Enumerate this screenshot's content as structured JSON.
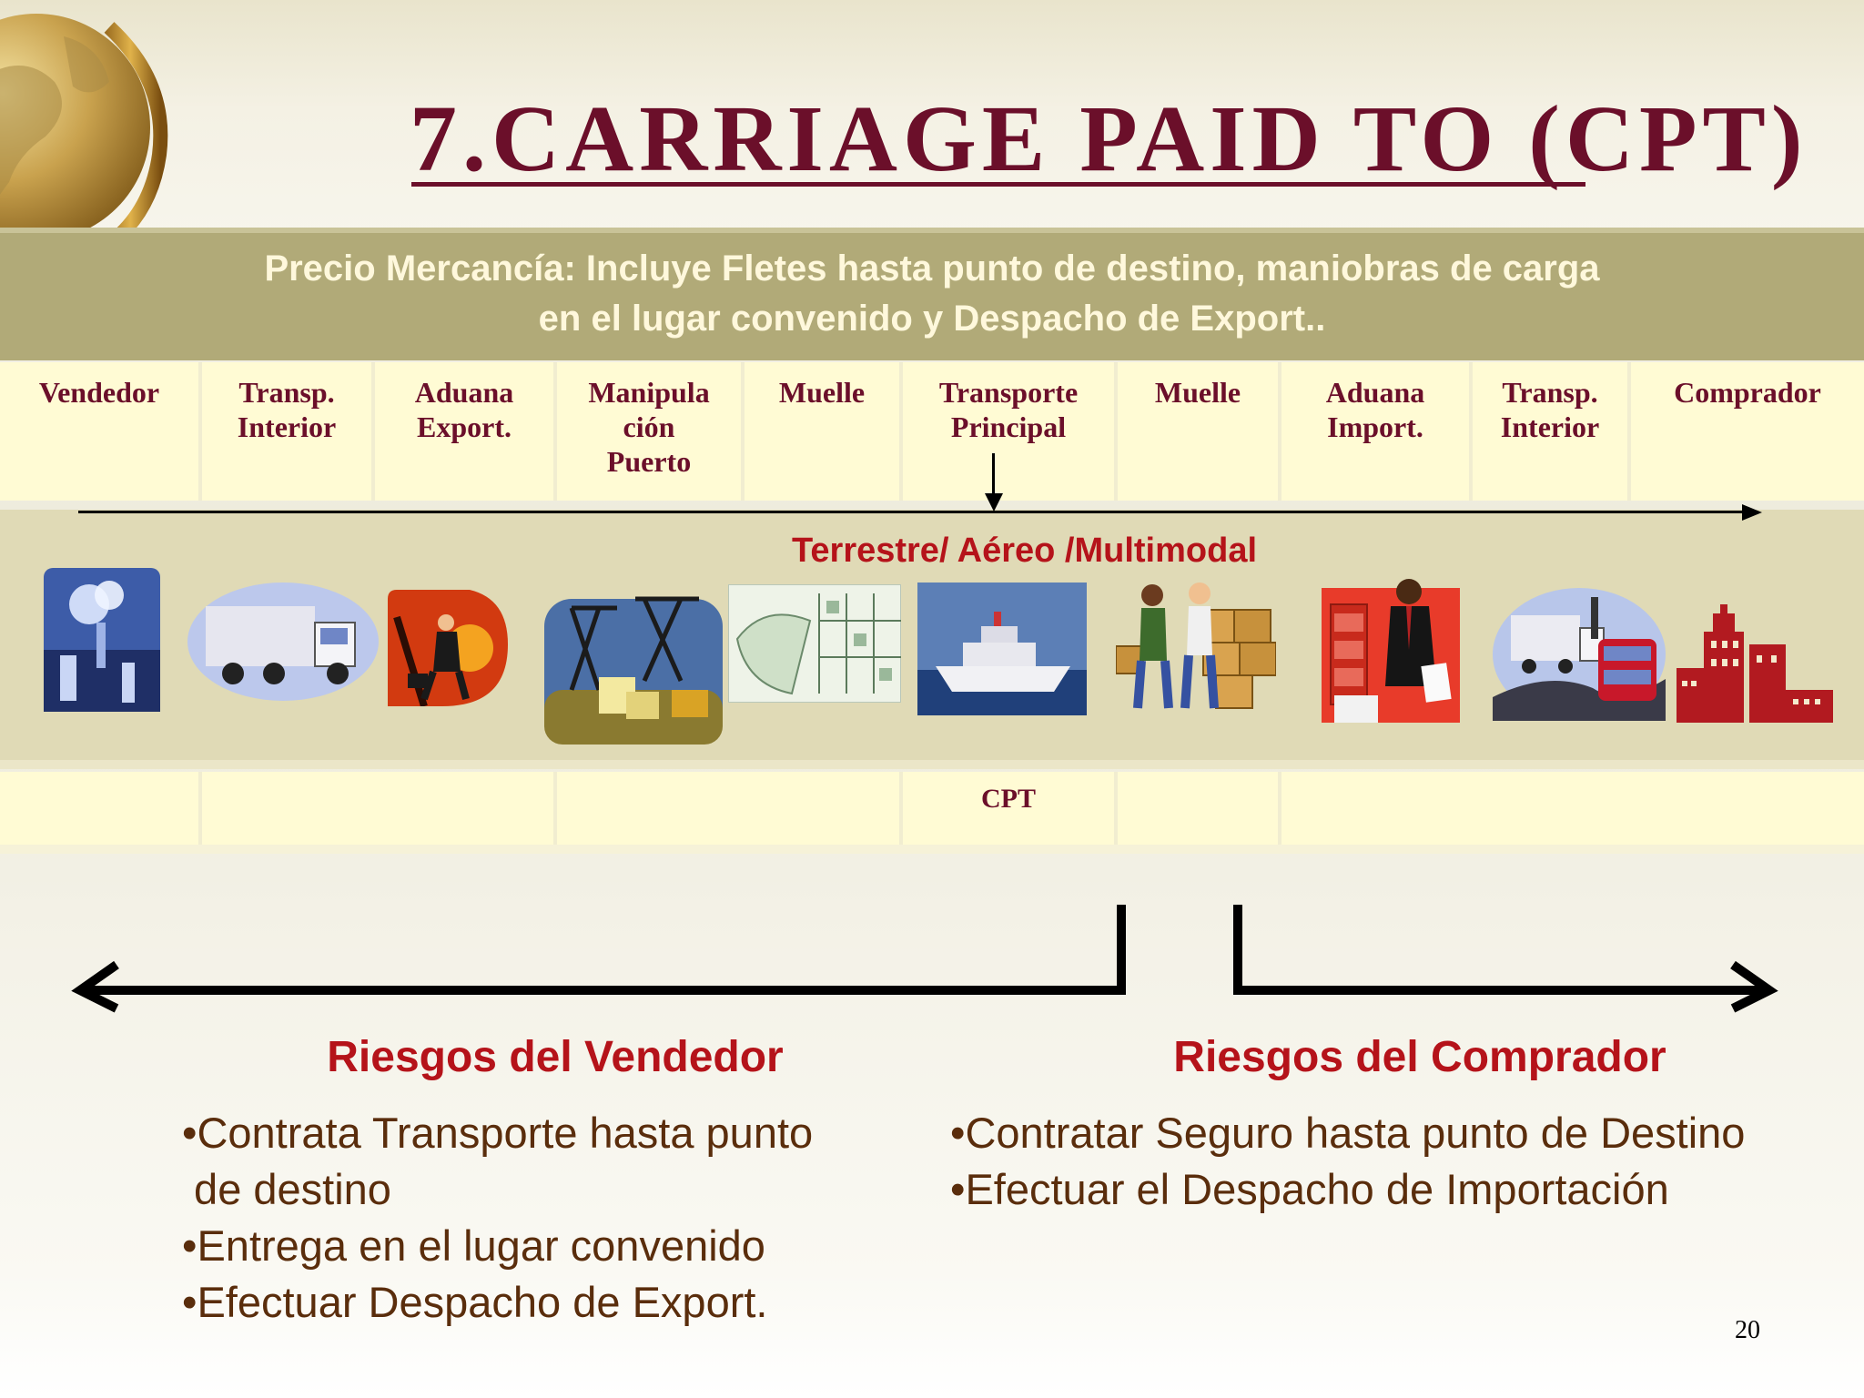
{
  "slide": {
    "title": "7.CARRIAGE PAID TO (CPT)",
    "price_line1": "Precio Mercancía: Incluye Fletes hasta punto de destino, maniobras de carga",
    "price_line2": "en el lugar convenido y Despacho de Export..",
    "page_number": "20"
  },
  "stages": [
    {
      "label": "Vendedor"
    },
    {
      "label": "Transp.\nInterior"
    },
    {
      "label": "Aduana\nExport."
    },
    {
      "label": "Manipula\nción\nPuerto"
    },
    {
      "label": "Muelle"
    },
    {
      "label": "Transporte\nPrincipal"
    },
    {
      "label": "Muelle"
    },
    {
      "label": "Aduana\nImport."
    },
    {
      "label": "Transp.\nInterior"
    },
    {
      "label": "Comprador"
    }
  ],
  "transport_modes": "Terrestre/ Aéreo /Multimodal",
  "term_row": {
    "term": "CPT"
  },
  "icons": [
    "factory-icon",
    "truck-icon",
    "customs-officer-icon",
    "port-crane-icon",
    "dock-map-icon",
    "ship-icon",
    "warehouse-workers-icon",
    "import-customs-icon",
    "delivery-truck-icon",
    "buyer-building-icon"
  ],
  "seller": {
    "heading": "Riesgos del Vendedor",
    "items": [
      "•Contrata Transporte  hasta punto",
      " de destino",
      "•Entrega en el lugar convenido",
      "•Efectuar Despacho de Export."
    ]
  },
  "buyer": {
    "heading": "Riesgos del Comprador",
    "items": [
      "•Contratar Seguro hasta punto de Destino",
      "•Efectuar el Despacho de Importación"
    ]
  },
  "colors": {
    "title": "#6b0f2a",
    "band": "#b1aa78",
    "cell": "#fffbd4",
    "risk_heading": "#b5131a",
    "bullet_text": "#5a2d0c"
  }
}
